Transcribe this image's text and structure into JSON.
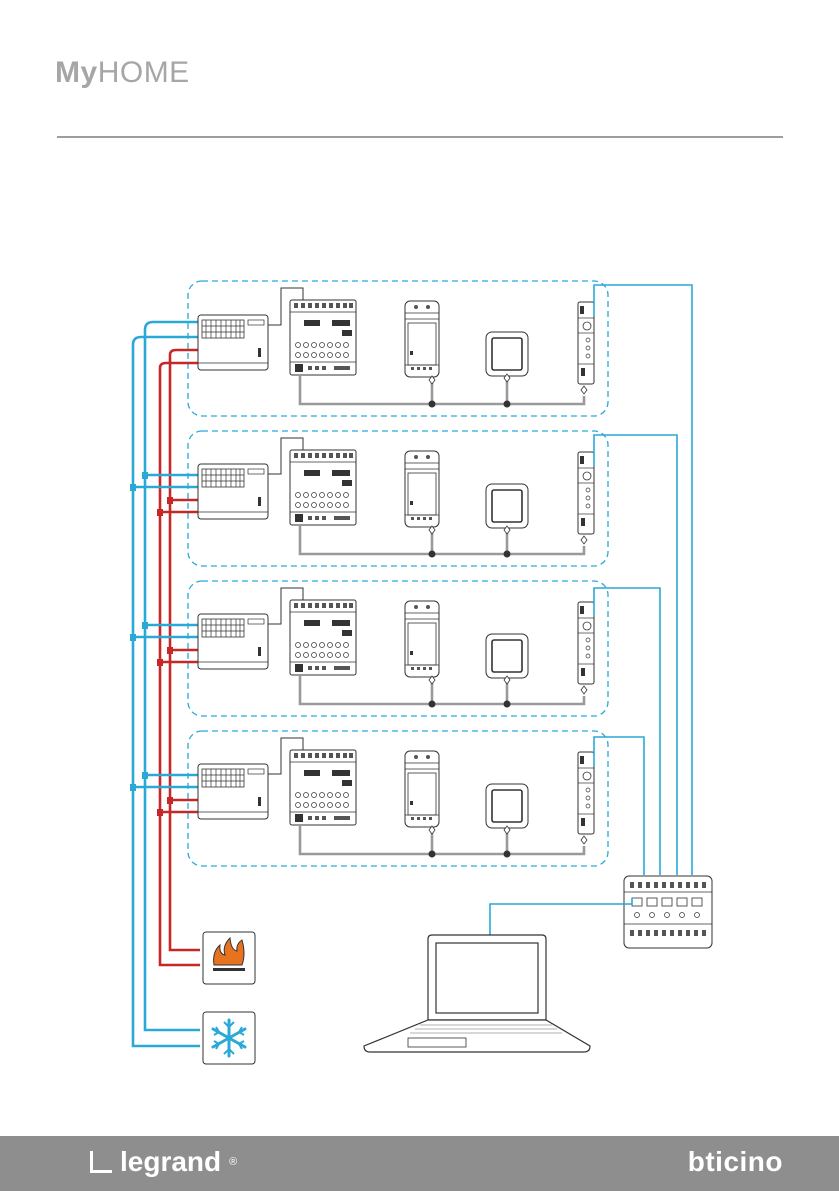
{
  "brand": {
    "my": "My",
    "home": "HOME"
  },
  "footer": {
    "legrand": "legrand",
    "legrand_reg": "®",
    "bticino": "bticino"
  },
  "colors": {
    "hot_pipe": "#c62828",
    "cold_pipe": "#2aa9d6",
    "bus": "#9a9a9a",
    "zone_border": "#2aa9d6",
    "device_stroke": "#333333"
  },
  "diagram": {
    "zone_count": 4,
    "zones": [
      {
        "devices": [
          "fan-coil-unit",
          "actuator-module",
          "power-supply",
          "thermostat",
          "ip-interface"
        ]
      },
      {
        "devices": [
          "fan-coil-unit",
          "actuator-module",
          "power-supply",
          "thermostat",
          "ip-interface"
        ]
      },
      {
        "devices": [
          "fan-coil-unit",
          "actuator-module",
          "power-supply",
          "thermostat",
          "ip-interface"
        ]
      },
      {
        "devices": [
          "fan-coil-unit",
          "actuator-module",
          "power-supply",
          "thermostat",
          "ip-interface"
        ]
      }
    ],
    "central_units": [
      "heating-boiler-icon",
      "cooling-chiller-icon",
      "network-switch",
      "laptop"
    ]
  }
}
